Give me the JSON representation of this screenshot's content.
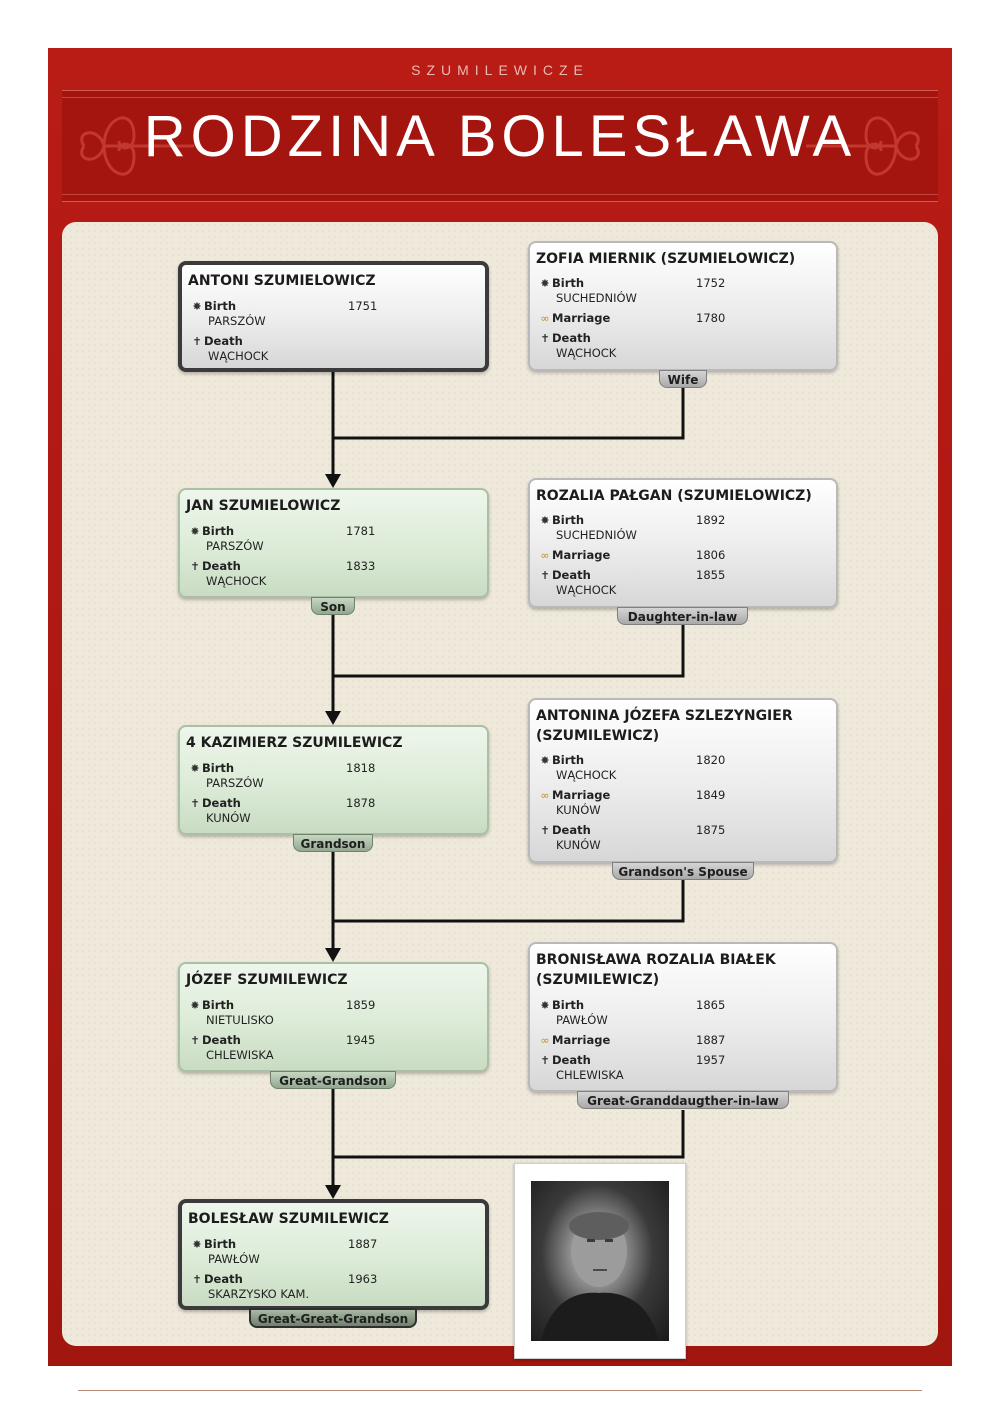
{
  "header": {
    "surname": "SZUMILEWICZE",
    "title": "RODZINA BOLESŁAWA"
  },
  "people": {
    "antoni": {
      "name": "ANTONI SZUMIELOWICZ",
      "birth_label": "Birth",
      "birth_place": "PARSZÓW",
      "birth_year": "1751",
      "death_label": "Death",
      "death_place": "WĄCHOCK"
    },
    "zofia": {
      "name": "ZOFIA MIERNIK (SZUMIELOWICZ)",
      "birth_label": "Birth",
      "birth_place": "SUCHEDNIÓW",
      "birth_year": "1752",
      "marriage_label": "Marriage",
      "marriage_year": "1780",
      "death_label": "Death",
      "death_place": "WĄCHOCK",
      "relation": "Wife"
    },
    "jan": {
      "name": "JAN SZUMIELOWICZ",
      "birth_label": "Birth",
      "birth_place": "PARSZÓW",
      "birth_year": "1781",
      "death_label": "Death",
      "death_place": "WĄCHOCK",
      "death_year": "1833",
      "relation": "Son"
    },
    "rozalia": {
      "name": "ROZALIA PAŁGAN (SZUMIELOWICZ)",
      "birth_label": "Birth",
      "birth_place": "SUCHEDNIÓW",
      "birth_year": "1892",
      "marriage_label": "Marriage",
      "marriage_year": "1806",
      "death_label": "Death",
      "death_place": "WĄCHOCK",
      "death_year": "1855",
      "relation": "Daughter-in-law"
    },
    "kazimierz": {
      "name": "4 KAZIMIERZ SZUMILEWICZ",
      "birth_label": "Birth",
      "birth_place": "PARSZÓW",
      "birth_year": "1818",
      "death_label": "Death",
      "death_place": "KUNÓW",
      "death_year": "1878",
      "relation": "Grandson"
    },
    "antonina": {
      "name_line1": "ANTONINA JÓZEFA SZLEZYNGIER",
      "name_line2": "(SZUMILEWICZ)",
      "birth_label": "Birth",
      "birth_place": "WĄCHOCK",
      "birth_year": "1820",
      "marriage_label": "Marriage",
      "marriage_place": "KUNÓW",
      "marriage_year": "1849",
      "death_label": "Death",
      "death_place": "KUNÓW",
      "death_year": "1875",
      "relation": "Grandson's Spouse"
    },
    "jozef": {
      "name": "JÓZEF SZUMILEWICZ",
      "birth_label": "Birth",
      "birth_place": "NIETULISKO",
      "birth_year": "1859",
      "death_label": "Death",
      "death_place": "CHLEWISKA",
      "death_year": "1945",
      "relation": "Great-Grandson"
    },
    "bronislawa": {
      "name_line1": "BRONISŁAWA ROZALIA BIAŁEK",
      "name_line2": "(SZUMILEWICZ)",
      "birth_label": "Birth",
      "birth_place": "PAWŁÓW",
      "birth_year": "1865",
      "marriage_label": "Marriage",
      "marriage_year": "1887",
      "death_label": "Death",
      "death_place": "CHLEWISKA",
      "death_year": "1957",
      "relation": "Great-Granddaugther-in-law"
    },
    "boleslaw": {
      "name": "BOLESŁAW SZUMILEWICZ",
      "birth_label": "Birth",
      "birth_place": "PAWŁÓW",
      "birth_year": "1887",
      "death_label": "Death",
      "death_place": "SKARZYSKO KAM.",
      "death_year": "1963",
      "relation": "Great-Great-Grandson"
    }
  },
  "icons": {
    "birth": "birth-star-icon",
    "marriage": "rings-icon",
    "death": "cross-icon"
  },
  "colors": {
    "frame": "#ad1a14",
    "panel": "#efe9dc",
    "blood_box": "#dcebd7",
    "spouse_box": "#ececec"
  }
}
